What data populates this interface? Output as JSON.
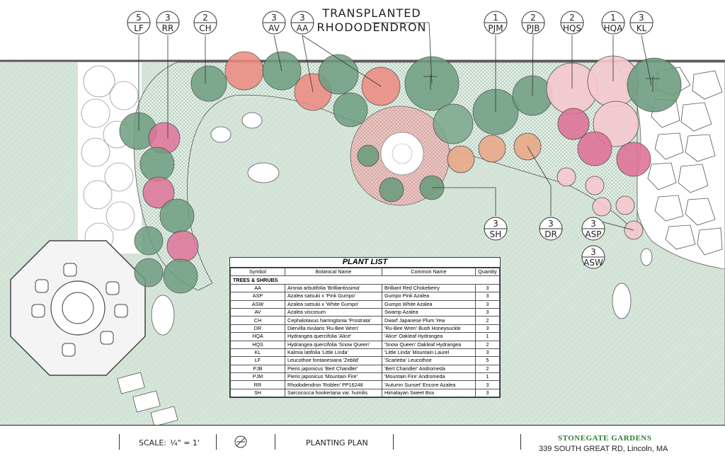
{
  "callouts": [
    {
      "qty": "5",
      "code": "LF"
    },
    {
      "qty": "3",
      "code": "RR"
    },
    {
      "qty": "2",
      "code": "CH"
    },
    {
      "qty": "3",
      "code": "AV"
    },
    {
      "qty": "3",
      "code": "AA"
    },
    {
      "qty": "1",
      "code": "PJM"
    },
    {
      "qty": "2",
      "code": "PJB"
    },
    {
      "qty": "2",
      "code": "HQS"
    },
    {
      "qty": "1",
      "code": "HQA"
    },
    {
      "qty": "3",
      "code": "KL"
    },
    {
      "qty": "3",
      "code": "SH"
    },
    {
      "qty": "3",
      "code": "DR"
    },
    {
      "qty": "3",
      "code": "ASP"
    },
    {
      "qty": "3",
      "code": "ASW"
    }
  ],
  "transplant_label": {
    "line1": "TRANSPLANTED",
    "line2": "RHODODENDRON"
  },
  "plant_list": {
    "title": "PLANT LIST",
    "headers": [
      "Symbol",
      "Botanical Name",
      "Common Name",
      "Quantity"
    ],
    "section": "TREES & SHRUBS",
    "rows": [
      [
        "AA",
        "Aronia arbutifolia 'Brilliantissima'",
        "Brilliant Red Chokeberry",
        "3"
      ],
      [
        "ASP",
        "Azalea satsuki x 'Pink Gumpo'",
        "Gumpo Pink Azalea",
        "3"
      ],
      [
        "ASW",
        "Azalea satsuki x 'White Gumpo'",
        "Gumpo White Azalea",
        "3"
      ],
      [
        "AV",
        "Azalea viscosum",
        "Swamp Azalea",
        "3"
      ],
      [
        "CH",
        "Cephalotaxus harringtonia 'Prostrata'",
        "Dwarf Japanese Plum Yew",
        "2"
      ],
      [
        "DR",
        "Diervilla rivularis 'Ru-Bee Wren'",
        "'Ru-Bee Wren' Bush Honeysuckle",
        "3"
      ],
      [
        "HQA",
        "Hydrangea quercifolia 'Alice'",
        "'Alice' Oakleaf Hydrangea",
        "1"
      ],
      [
        "HQS",
        "Hydrangea quercifolia 'Snow Queen'",
        "'Snow Queen' Oakleaf Hydrangea",
        "2"
      ],
      [
        "KL",
        "Kalmia latifolia 'Little Linda'",
        "'Little Linda' Mountain Laurel",
        "3"
      ],
      [
        "LF",
        "Leucothoe fontanesiana 'Zeblid'",
        "'Scarletta' Leucothoe",
        "5"
      ],
      [
        "PJB",
        "Pieris japonicus 'Bert Chandler'",
        "'Bert Chandler' Andromeda",
        "2"
      ],
      [
        "PJM",
        "Pieris japonicus 'Mountain Fire'",
        "'Mountain Fire' Andromeda",
        "1"
      ],
      [
        "RR",
        "Rhododendron 'Roblen' PP16248",
        "'Autumn Sunset' Encore Azalea",
        "3"
      ],
      [
        "SH",
        "Sarcococca hookeriana var. humilis",
        "Himalayan Sweet Box",
        "3"
      ]
    ]
  },
  "title_block": {
    "scale_label": "SCALE:",
    "scale_value": "¼\" = 1'",
    "sheet_title": "PLANTING PLAN",
    "company": "STONEGATE GARDENS",
    "address": "339 SOUTH GREAT RD, Lincoln, MA"
  },
  "colors": {
    "lawn": "#d6e5d9",
    "green_shrub": "#6e9e80",
    "pink_shrub": "#e0749a",
    "salmon_shrub": "#ee8a80",
    "light_pink": "#f6c9cf",
    "peach": "#e9a98a"
  }
}
